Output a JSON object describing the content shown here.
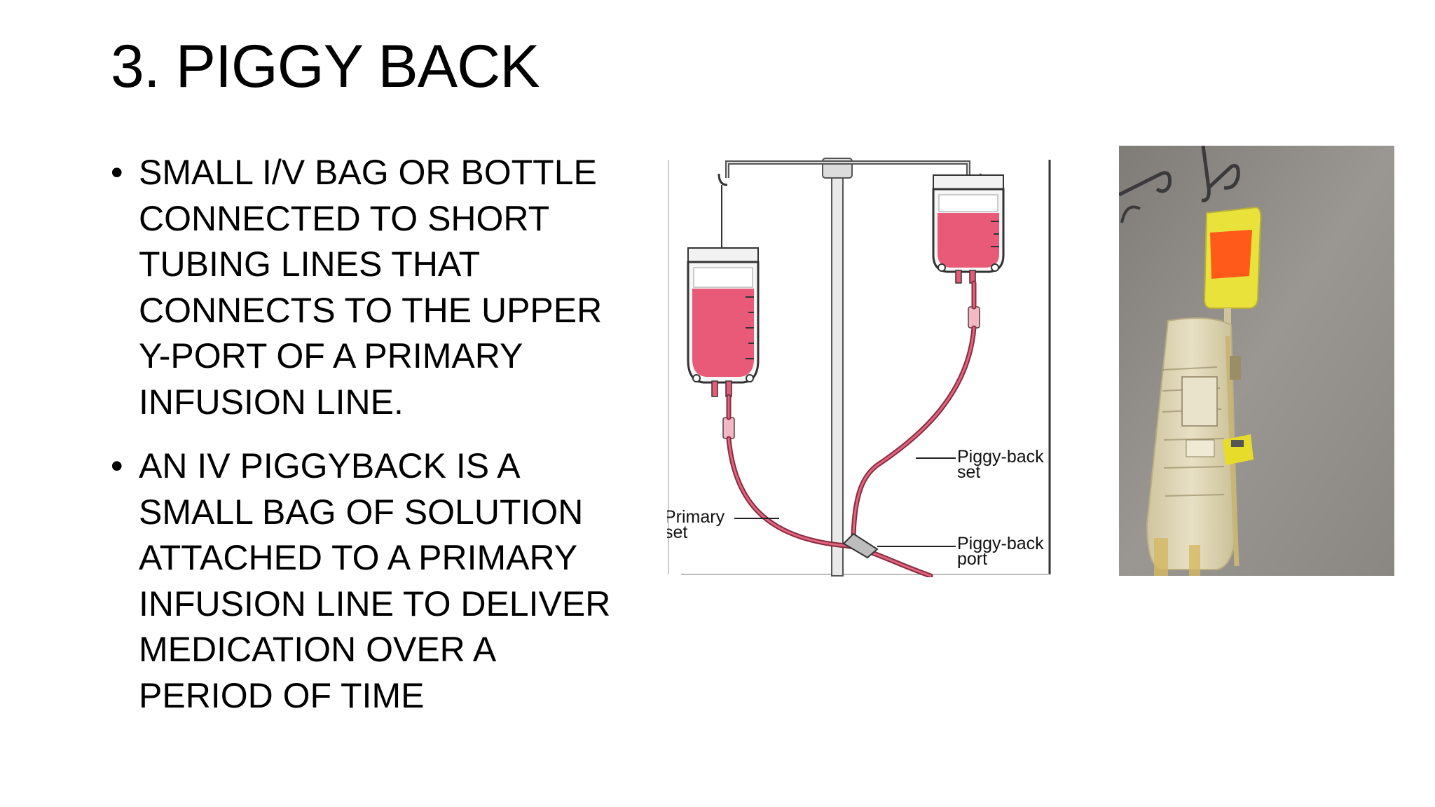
{
  "slide": {
    "title": "3. PIGGY BACK",
    "bullets": [
      "SMALL I/V BAG OR BOTTLE CONNECTED TO SHORT TUBING LINES THAT CONNECTS TO THE UPPER Y-PORT OF A PRIMARY INFUSION LINE.",
      "AN IV PIGGYBACK IS A SMALL BAG OF SOLUTION ATTACHED TO A PRIMARY INFUSION LINE TO DELIVER MEDICATION OVER A PERIOD OF TIME"
    ]
  },
  "diagram": {
    "labels": {
      "primary_line1": "Primary",
      "primary_line2": "set",
      "piggyback_set_line1": "Piggy-back",
      "piggyback_set_line2": "set",
      "piggyback_port_line1": "Piggy-back",
      "piggyback_port_line2": "port"
    },
    "colors": {
      "fluid": "#e85a78",
      "tubing": "#c8425e",
      "pole": "#8a8a8a"
    }
  },
  "photo": {
    "colors": {
      "background": "#8f8c87",
      "bag_orange": "#ff5a1a",
      "bag_yellow": "#e8e23a",
      "bag_clear": "#d9cfa8"
    }
  }
}
